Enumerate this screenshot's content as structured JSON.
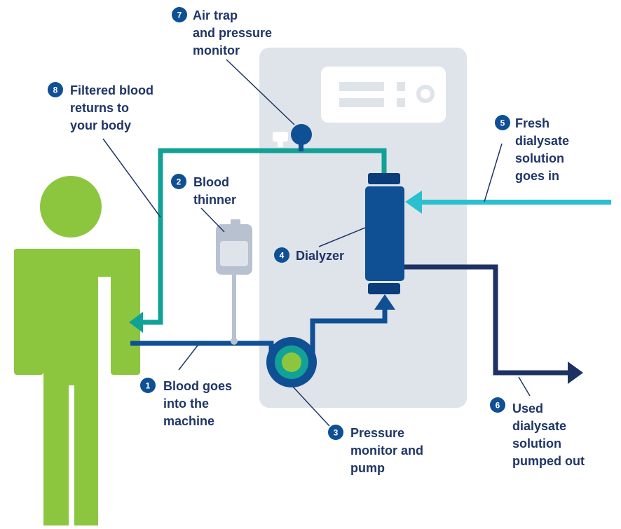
{
  "colors": {
    "person": "#8cc63f",
    "machine": "#dfe3ea",
    "machine_panel": "#ffffff",
    "machine_panel_bar": "#dfe3ea",
    "teal_line": "#12a197",
    "blood_in_line": "#0f4f94",
    "dialyzer": "#0f4f94",
    "dialyzer_cap": "#0a3d7a",
    "fresh_dialysate": "#2bbfcf",
    "used_dialysate": "#1d3263",
    "pump_ring": "#0f4f94",
    "pump_middle": "#12a197",
    "pump_center": "#8cc63f",
    "bag": "#b8c1cf",
    "bag_fluid": "#dfe3ea",
    "badge": "#0f4f94",
    "label_text": "#1e3566",
    "leader_line": "#1e3566"
  },
  "steps": [
    {
      "number": "1",
      "lines": [
        "Blood goes",
        "into the",
        "machine"
      ]
    },
    {
      "number": "2",
      "lines": [
        "Blood",
        "thinner"
      ]
    },
    {
      "number": "3",
      "lines": [
        "Pressure",
        "monitor and",
        "pump"
      ]
    },
    {
      "number": "4",
      "lines": [
        "Dialyzer"
      ]
    },
    {
      "number": "5",
      "lines": [
        "Fresh",
        "dialysate",
        "solution",
        "goes in"
      ]
    },
    {
      "number": "6",
      "lines": [
        "Used",
        "dialysate",
        "solution",
        "pumped out"
      ]
    },
    {
      "number": "7",
      "lines": [
        "Air trap",
        "and pressure",
        "monitor"
      ]
    },
    {
      "number": "8",
      "lines": [
        "Filtered blood",
        "returns to",
        "your body"
      ]
    }
  ]
}
